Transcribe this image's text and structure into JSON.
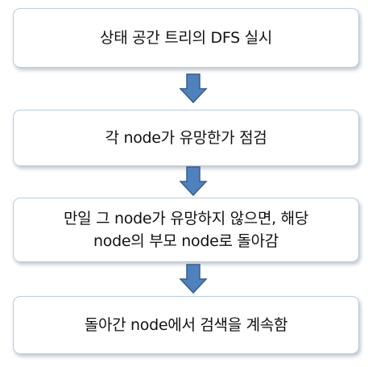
{
  "flowchart": {
    "steps": [
      {
        "label": "상태 공간 트리의 DFS 실시"
      },
      {
        "label": "각 node가 유망한가 점검"
      },
      {
        "label": "만일 그 node가 유망하지 않으면, 해당\nnode의 부모 node로 돌아감"
      },
      {
        "label": "돌아간 node에서 검색을 계속함"
      }
    ],
    "arrow_icon": "arrow-down-icon",
    "colors": {
      "box_border": "#b7cde3",
      "arrow_fill": "#4f81bd",
      "arrow_stroke": "#385d8a",
      "text": "#111111"
    }
  }
}
